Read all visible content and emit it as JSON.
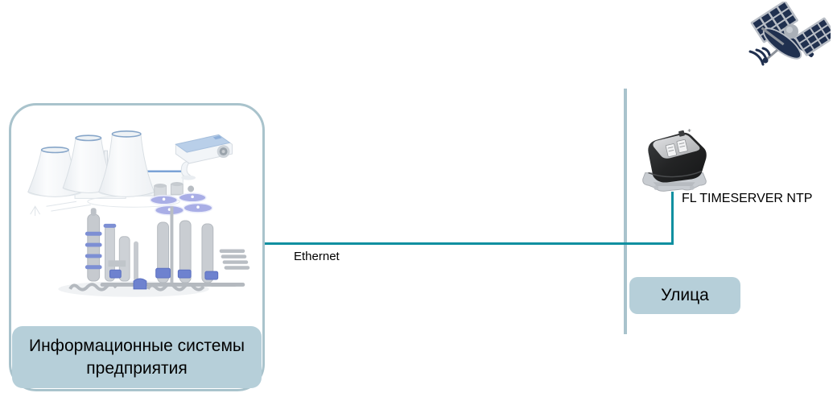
{
  "diagram": {
    "enterprise": {
      "label": "Информационные системы предприятия"
    },
    "network": {
      "ethernet_label": "Ethernet"
    },
    "timeserver": {
      "label": "FL TIMESERVER NTP"
    },
    "street": {
      "label": "Улица"
    },
    "icons": {
      "satellite": "satellite-icon",
      "industrial_plant": "industrial-plant-illustration",
      "cooling_towers": "cooling-towers-icon",
      "power_plant": "power-plant-icon",
      "security_camera": "security-camera-icon",
      "clarifier_pools": "clarifier-pools-icon",
      "refinery": "refinery-icon",
      "timeserver_device": "timeserver-device-icon"
    },
    "colors": {
      "connector_teal": "#0f8fa0",
      "divider_blue_gray": "#a9c3cc",
      "box_border": "#a9c3cc",
      "label_fill": "#b6cfd9",
      "satellite_navy": "#20304f",
      "text": "#000000",
      "background": "#ffffff"
    }
  }
}
